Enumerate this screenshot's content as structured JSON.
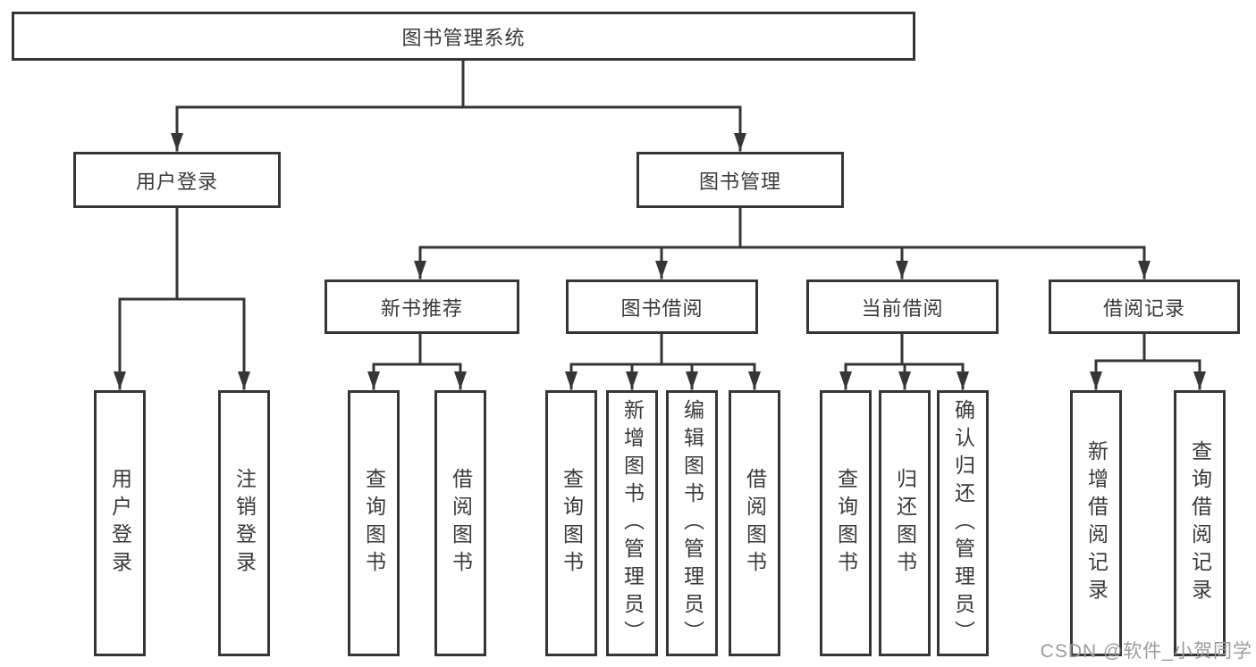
{
  "diagram": {
    "root": {
      "label": "图书管理系统"
    },
    "level2": [
      {
        "label": "用户登录",
        "children": [
          {
            "label": "用户登录"
          },
          {
            "label": "注销登录"
          }
        ]
      },
      {
        "label": "图书管理",
        "children": [
          {
            "label": "新书推荐",
            "children": [
              {
                "label": "查询图书"
              },
              {
                "label": "借阅图书"
              }
            ]
          },
          {
            "label": "图书借阅",
            "children": [
              {
                "label": "查询图书"
              },
              {
                "label": "新增图书（管理员）"
              },
              {
                "label": "编辑图书（管理员）"
              },
              {
                "label": "借阅图书"
              }
            ]
          },
          {
            "label": "当前借阅",
            "children": [
              {
                "label": "查询图书"
              },
              {
                "label": "归还图书"
              },
              {
                "label": "确认归还（管理员）"
              }
            ]
          },
          {
            "label": "借阅记录",
            "children": [
              {
                "label": "新增借阅记录"
              },
              {
                "label": "查询借阅记录"
              }
            ]
          }
        ]
      }
    ]
  },
  "watermark": {
    "text": "CSDN @软件_小贺同学"
  },
  "colors": {
    "line": "#363636",
    "box_border": "#363636",
    "box_fill": "#ffffff",
    "text": "#3a3a3a",
    "watermark": "#9b9b9b",
    "background": "#ffffff"
  }
}
